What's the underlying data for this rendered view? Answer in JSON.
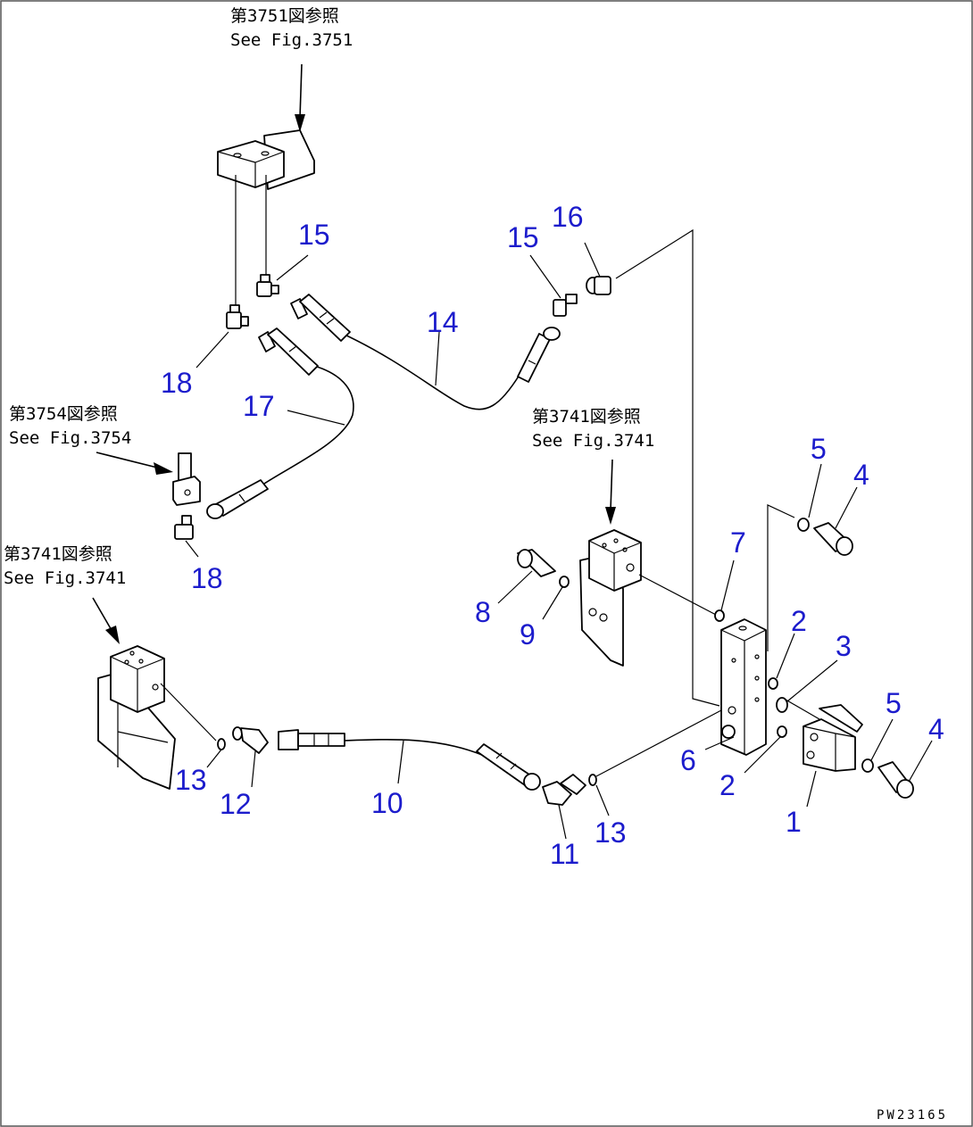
{
  "references": [
    {
      "id": "ref-3751",
      "ja": "第3751図参照",
      "en": "See Fig.3751"
    },
    {
      "id": "ref-3754",
      "ja": "第3754図参照",
      "en": "See Fig.3754"
    },
    {
      "id": "ref-3741-mid",
      "ja": "第3741図参照",
      "en": "See Fig.3741"
    },
    {
      "id": "ref-3741-left",
      "ja": "第3741図参照",
      "en": "See Fig.3741"
    }
  ],
  "callouts": [
    "1",
    "2",
    "2",
    "3",
    "4",
    "4",
    "5",
    "5",
    "6",
    "7",
    "8",
    "9",
    "10",
    "11",
    "12",
    "13",
    "13",
    "14",
    "15",
    "15",
    "16",
    "17",
    "18",
    "18"
  ],
  "drawing_code": "PW23165",
  "colors": {
    "callout": "#1c1ccc",
    "line": "#000000"
  }
}
